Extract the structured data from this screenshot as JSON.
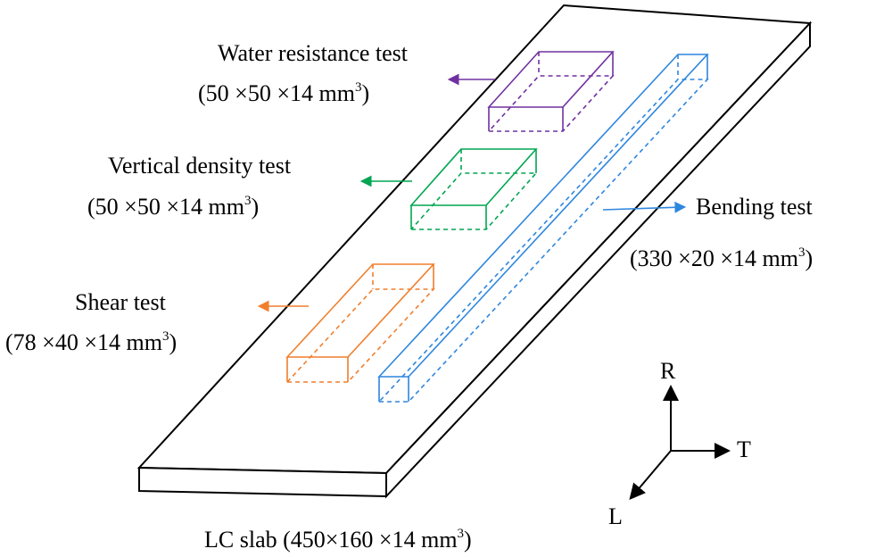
{
  "slab": {
    "label": "LC slab (450×160 ×14 mm",
    "exp": "3",
    "close": ")"
  },
  "specimens": {
    "water": {
      "title": "Water resistance test",
      "dims": "(50 ×50 ×14 mm",
      "exp": "3",
      "close": ")",
      "color": "#7030a0"
    },
    "vertical": {
      "title": "Vertical density test",
      "dims": "(50 ×50 ×14 mm",
      "exp": "3",
      "close": ")",
      "color": "#00a651"
    },
    "shear": {
      "title": "Shear test",
      "dims": "(78 ×40 ×14 mm",
      "exp": "3",
      "close": ")",
      "color": "#f07f2d"
    },
    "bending": {
      "title": "Bending test",
      "dims": "(330 ×20 ×14 mm",
      "exp": "3",
      "close": ")",
      "color": "#2e86de"
    }
  },
  "axes": {
    "r": "R",
    "t": "T",
    "l": "L"
  }
}
